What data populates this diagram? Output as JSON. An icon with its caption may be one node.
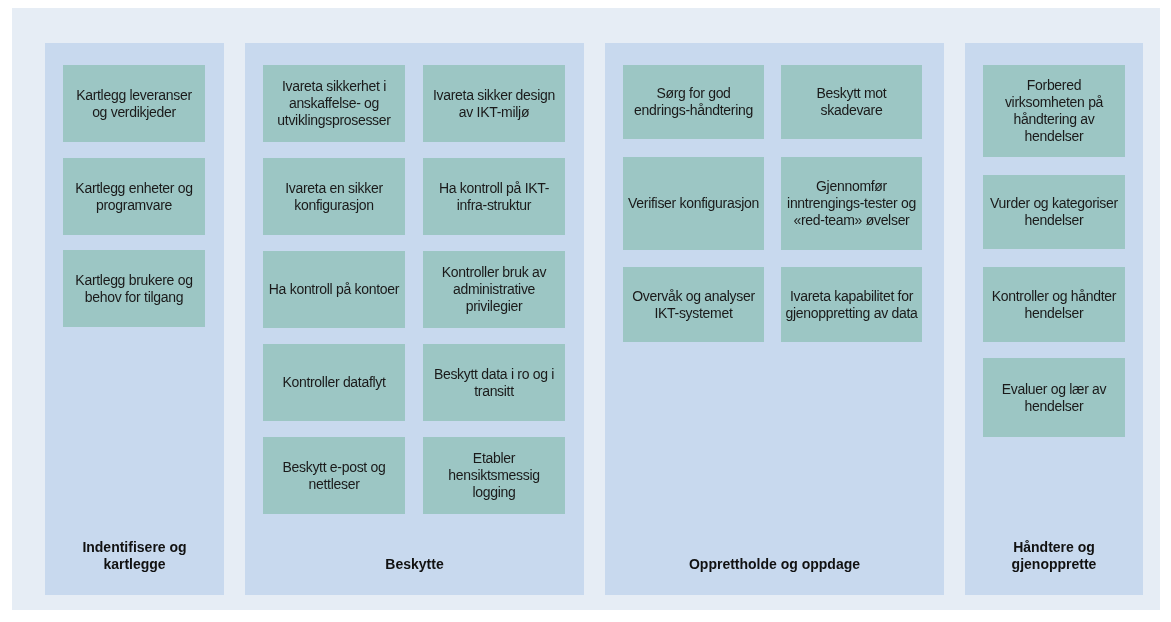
{
  "diagram": {
    "nodes": [
      {
        "text": [
          "Indentifisere og kartlegge"
        ]
      },
      {
        "text": [
          "Kartlegg leveranser og verdikjeder"
        ],
        "in": 0
      },
      {
        "text": [
          "Kartlegg enheter og programvare"
        ],
        "in": 0
      },
      {
        "text": [
          "Kartlegg brukere og behov for tilgang"
        ],
        "in": 0
      },
      {
        "text": [
          "Beskytte"
        ]
      },
      {
        "text": [
          "Ivareta sikkerhet i anskaffelse- og utviklingsprosesser"
        ],
        "in": 4
      },
      {
        "text": [
          "Ivareta sikker design av IKT-miljø"
        ],
        "in": 4
      },
      {
        "text": [
          "Ivareta en sikker konfigurasjon"
        ],
        "in": 4
      },
      {
        "text": [
          "Ha kontroll på IKT-infra-struktur"
        ],
        "in": 4
      },
      {
        "text": [
          "Ha kontroll på kontoer"
        ],
        "in": 4
      },
      {
        "text": [
          "Kontroller bruk av administrative privilegier"
        ],
        "in": 4
      },
      {
        "text": [
          "Kontroller dataflyt"
        ],
        "in": 4
      },
      {
        "text": [
          "Beskytt data i ro og i transitt"
        ],
        "in": 4
      },
      {
        "text": [
          "Beskytt e-post og nettleser"
        ],
        "in": 4
      },
      {
        "text": [
          "Etabler hensiktsmessig logging"
        ],
        "in": 4
      },
      {
        "text": [
          "Opprettholde og oppdage"
        ]
      },
      {
        "text": [
          "Sørg for god endrings-håndtering"
        ],
        "in": 15
      },
      {
        "text": [
          "Beskytt mot skadevare"
        ],
        "in": 15
      },
      {
        "text": [
          "Verifiser konfigurasjon"
        ],
        "in": 15
      },
      {
        "text": [
          "Gjennomfør inntrengings-tester og «red-team» øvelser"
        ],
        "in": 15
      },
      {
        "text": [
          "Overvåk og analyser IKT-systemet"
        ],
        "in": 15
      },
      {
        "text": [
          "Ivareta kapabilitet for gjenoppretting av data"
        ],
        "in": 15
      },
      {
        "text": [
          "Håndtere og gjenopprette"
        ]
      },
      {
        "text": [
          "Forbered virksomheten på håndtering av hendelser"
        ],
        "in": 22
      },
      {
        "text": [
          "Vurder og kategoriser hendelser"
        ],
        "in": 22
      },
      {
        "text": [
          "Kontroller og håndter hendelser"
        ],
        "in": 22
      },
      {
        "text": [
          "Evaluer og lær av hendelser"
        ],
        "in": 22
      }
    ]
  }
}
